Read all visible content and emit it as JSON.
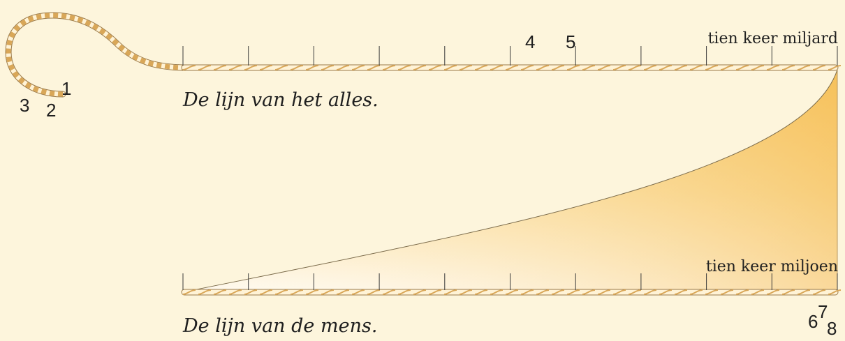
{
  "top_line": {
    "caption": "De lijn van het alles.",
    "end_label": "tien keer miljard"
  },
  "bottom_line": {
    "caption": "De lijn van de mens.",
    "end_label": "tien keer miljoen"
  },
  "markers": {
    "m1": "1",
    "m2": "2",
    "m3": "3",
    "m4": "4",
    "m5": "5",
    "m6": "6",
    "m7": "7",
    "m8": "8"
  },
  "colors": {
    "background": "#fdf5dc",
    "rope_light": "#fff3d6",
    "rope_dark": "#d9a758",
    "rope_outline": "#9a7a4a",
    "wedge_top": "#f8c660",
    "wedge_bottom": "#fffaf0",
    "tick": "#3a3a3a",
    "text": "#1f1f1f"
  }
}
